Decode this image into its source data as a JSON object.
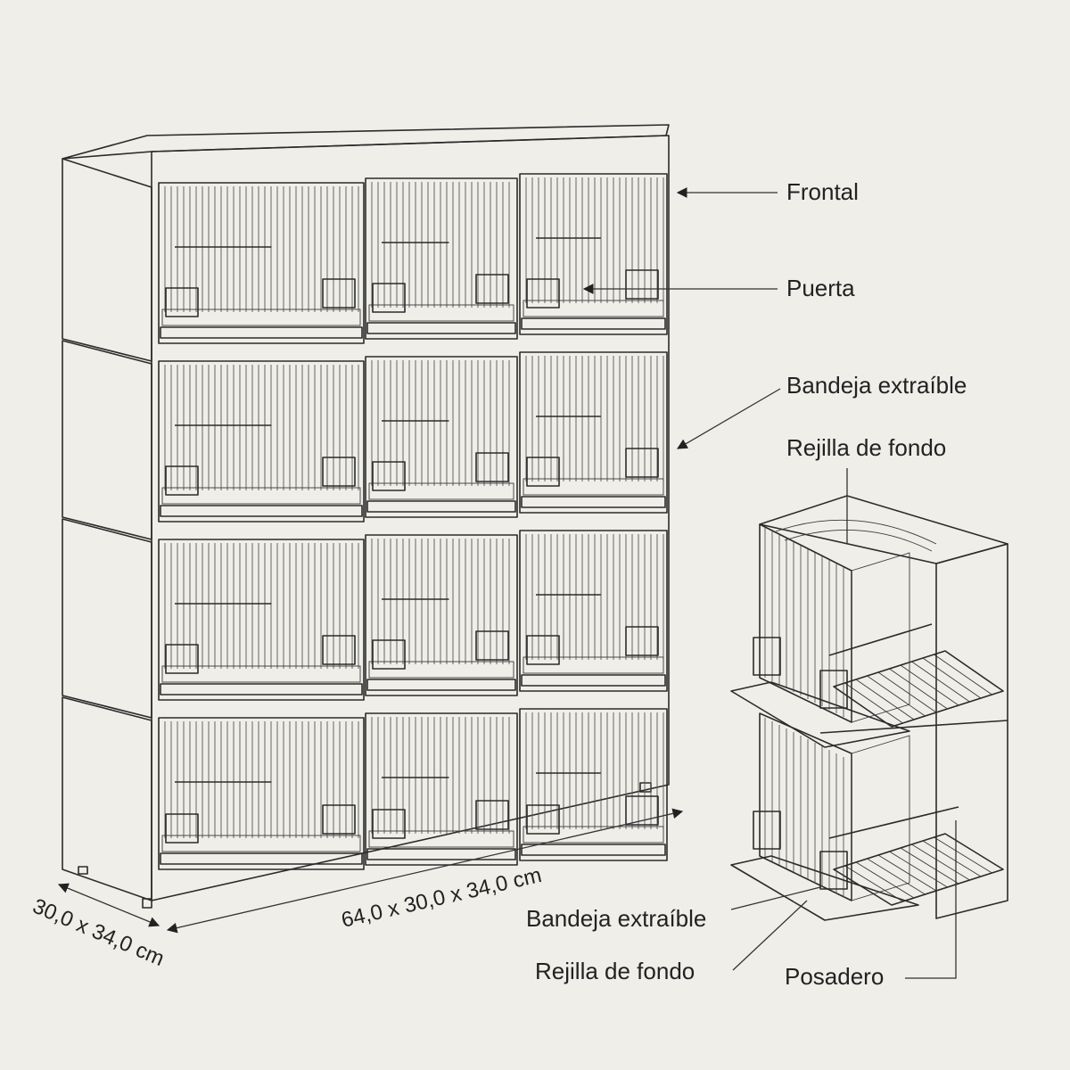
{
  "colors": {
    "background": "#efeee9",
    "line": "#2b2b2b",
    "panel": "#f7f6f2"
  },
  "labels": {
    "frontal": "Frontal",
    "puerta": "Puerta",
    "bandeja_top": "Bandeja extraíble",
    "rejilla_top": "Rejilla de fondo",
    "bandeja_bottom": "Bandeja extraíble",
    "rejilla_bottom": "Rejilla de fondo",
    "posadero": "Posadero"
  },
  "dimensions": {
    "front": "64,0 x 30,0 x 34,0 cm",
    "side": "30,0 x 34,0 cm"
  },
  "battery": {
    "rows": 4,
    "columns": 3
  }
}
